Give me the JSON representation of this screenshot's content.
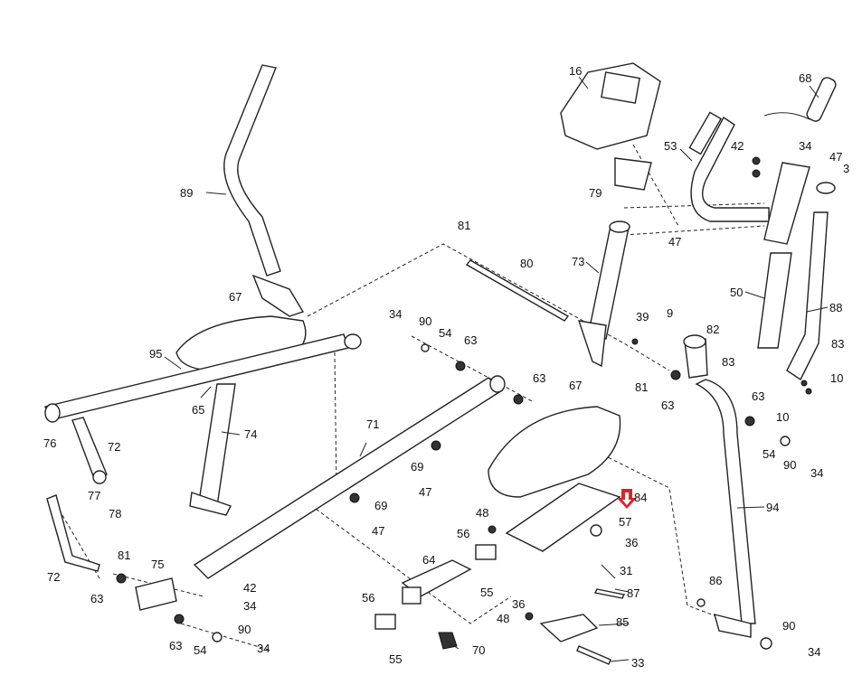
{
  "title": "Elliptical exploded parts diagram",
  "highlight": {
    "part": "84",
    "color": "#d9252f",
    "icon": "down-arrow-icon"
  },
  "labels": [
    {
      "id": "l16",
      "text": "16"
    },
    {
      "id": "l68",
      "text": "68"
    },
    {
      "id": "l53",
      "text": "53"
    },
    {
      "id": "l42a",
      "text": "42"
    },
    {
      "id": "l34a",
      "text": "34"
    },
    {
      "id": "l47a",
      "text": "47"
    },
    {
      "id": "l3",
      "text": "3"
    },
    {
      "id": "l79",
      "text": "79"
    },
    {
      "id": "l47b",
      "text": "47"
    },
    {
      "id": "l89",
      "text": "89"
    },
    {
      "id": "l81a",
      "text": "81"
    },
    {
      "id": "l80",
      "text": "80"
    },
    {
      "id": "l73",
      "text": "73"
    },
    {
      "id": "l50",
      "text": "50"
    },
    {
      "id": "l88",
      "text": "88"
    },
    {
      "id": "l67a",
      "text": "67"
    },
    {
      "id": "l34b",
      "text": "34"
    },
    {
      "id": "l90a",
      "text": "90"
    },
    {
      "id": "l54a",
      "text": "54"
    },
    {
      "id": "l63a",
      "text": "63"
    },
    {
      "id": "l39",
      "text": "39"
    },
    {
      "id": "l9",
      "text": "9"
    },
    {
      "id": "l82",
      "text": "82"
    },
    {
      "id": "l83a",
      "text": "83"
    },
    {
      "id": "l83b",
      "text": "83"
    },
    {
      "id": "l95",
      "text": "95"
    },
    {
      "id": "l63b",
      "text": "63"
    },
    {
      "id": "l81b",
      "text": "81"
    },
    {
      "id": "l63c",
      "text": "63"
    },
    {
      "id": "l10a",
      "text": "10"
    },
    {
      "id": "l10b",
      "text": "10"
    },
    {
      "id": "l65",
      "text": "65"
    },
    {
      "id": "l76",
      "text": "76"
    },
    {
      "id": "l72a",
      "text": "72"
    },
    {
      "id": "l74",
      "text": "74"
    },
    {
      "id": "l71",
      "text": "71"
    },
    {
      "id": "l67b",
      "text": "67"
    },
    {
      "id": "l63d",
      "text": "63"
    },
    {
      "id": "l54b",
      "text": "54"
    },
    {
      "id": "l90b",
      "text": "90"
    },
    {
      "id": "l34c",
      "text": "34"
    },
    {
      "id": "l69a",
      "text": "69"
    },
    {
      "id": "l47c",
      "text": "47"
    },
    {
      "id": "l84",
      "text": "84"
    },
    {
      "id": "l94",
      "text": "94"
    },
    {
      "id": "l77",
      "text": "77"
    },
    {
      "id": "l78",
      "text": "78"
    },
    {
      "id": "l69b",
      "text": "69"
    },
    {
      "id": "l47d",
      "text": "47"
    },
    {
      "id": "l48a",
      "text": "48"
    },
    {
      "id": "l57",
      "text": "57"
    },
    {
      "id": "l56a",
      "text": "56"
    },
    {
      "id": "l36a",
      "text": "36"
    },
    {
      "id": "l72b",
      "text": "72"
    },
    {
      "id": "l81c",
      "text": "81"
    },
    {
      "id": "l64",
      "text": "64"
    },
    {
      "id": "l31",
      "text": "31"
    },
    {
      "id": "l75",
      "text": "75"
    },
    {
      "id": "l42b",
      "text": "42"
    },
    {
      "id": "l55a",
      "text": "55"
    },
    {
      "id": "l87",
      "text": "87"
    },
    {
      "id": "l86",
      "text": "86"
    },
    {
      "id": "l63e",
      "text": "63"
    },
    {
      "id": "l34d",
      "text": "34"
    },
    {
      "id": "l56b",
      "text": "56"
    },
    {
      "id": "l36b",
      "text": "36"
    },
    {
      "id": "l48b",
      "text": "48"
    },
    {
      "id": "l85",
      "text": "85"
    },
    {
      "id": "l63f",
      "text": "63"
    },
    {
      "id": "l90c",
      "text": "90"
    },
    {
      "id": "l54c",
      "text": "54"
    },
    {
      "id": "l34e",
      "text": "34"
    },
    {
      "id": "l55b",
      "text": "55"
    },
    {
      "id": "l70",
      "text": "70"
    },
    {
      "id": "l90d",
      "text": "90"
    },
    {
      "id": "l34f",
      "text": "34"
    },
    {
      "id": "l33",
      "text": "33"
    }
  ]
}
